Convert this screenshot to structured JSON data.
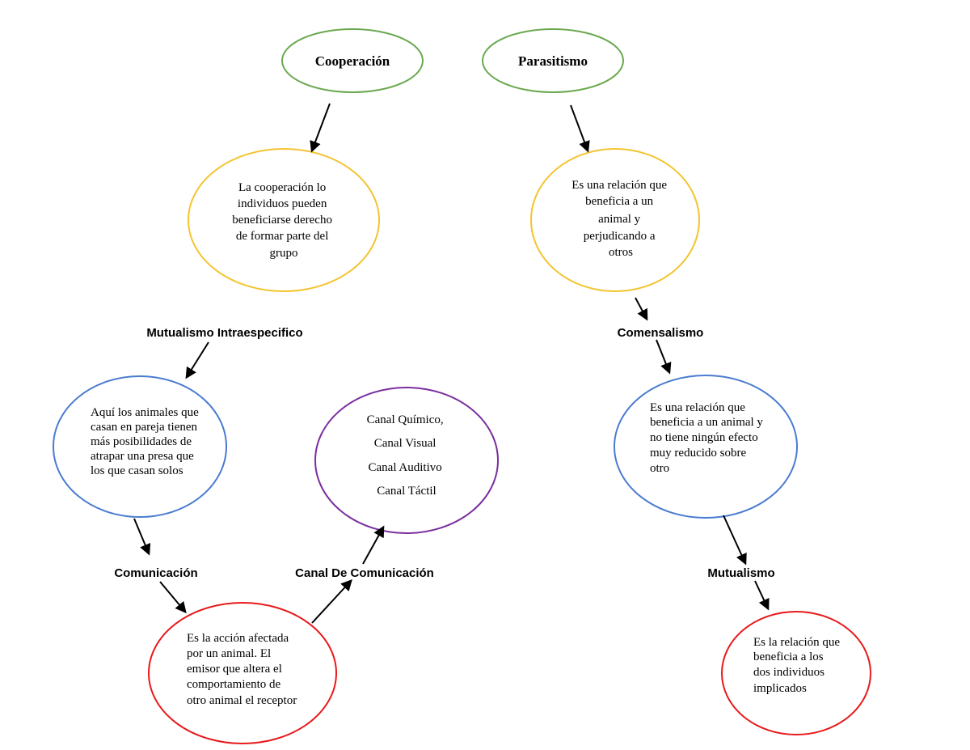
{
  "colors": {
    "green": "#6aa84f",
    "orange": "#f4c430",
    "blue": "#4a7bd0",
    "purple": "#7a2ea0",
    "red": "#e8191b"
  },
  "nodes": {
    "cooperacion_title": "Cooperación",
    "parasitismo_title": "Parasitismo",
    "cooperacion_desc": [
      "La cooperación lo",
      "individuos pueden",
      "beneficiarse derecho",
      "de formar parte del",
      "grupo"
    ],
    "parasitismo_desc": [
      "Es una relación que",
      "beneficia a un",
      "animal y",
      "perjudicando a",
      "otros"
    ],
    "mutualismo_intra_desc": [
      "Aquí los animales que",
      "casan en pareja tienen",
      "más posibilidades de",
      "atrapar una presa que",
      "los que casan solos"
    ],
    "canales": [
      "Canal Químico,",
      "Canal Visual",
      "Canal Auditivo",
      "Canal Táctil"
    ],
    "comensalismo_desc": [
      "Es una relación que",
      "beneficia a un animal y",
      "no tiene ningún efecto",
      "muy reducido sobre",
      "otro"
    ],
    "comunicacion_desc": [
      "Es la acción afectada",
      "por un animal. El",
      "emisor que altera el",
      "comportamiento de",
      "otro animal el receptor"
    ],
    "mutualismo_desc": [
      "Es la relación que",
      "beneficia a los",
      "dos individuos",
      "implicados"
    ]
  },
  "labels": {
    "mutualismo_intraespecifico": "Mutualismo Intraespecifico",
    "comensalismo": "Comensalismo",
    "comunicacion": "Comunicación",
    "canal_de_comunicacion": "Canal De Comunicación",
    "mutualismo": "Mutualismo"
  }
}
